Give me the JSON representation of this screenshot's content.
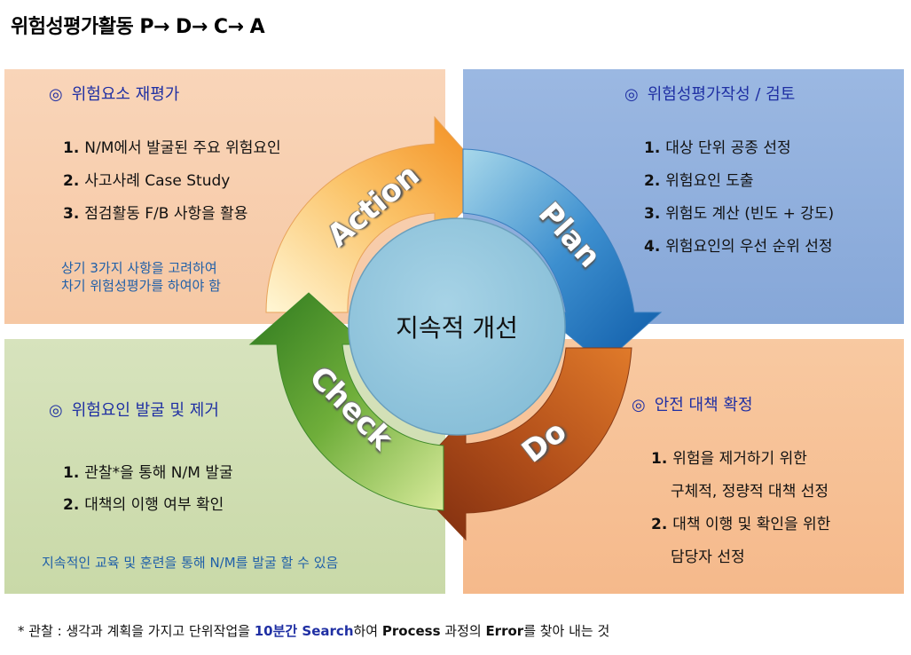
{
  "title": "위험성평가활동 P→ D→ C→ A",
  "center_label": "지속적 개선",
  "arrows": {
    "action": "Action",
    "plan": "Plan",
    "do": "Do",
    "check": "Check"
  },
  "action": {
    "mark": "◎",
    "heading": "위험요소 재평가",
    "items": [
      {
        "num": "1.",
        "text": "N/M에서 발굴된 주요 위험요인"
      },
      {
        "num": "2.",
        "text": "사고사례 Case Study"
      },
      {
        "num": "3.",
        "text": "점검활동 F/B 사항을 활용"
      }
    ],
    "note": [
      "상기 3가지 사항을 고려하여",
      "차기 위험성평가를 하여야 함"
    ]
  },
  "plan": {
    "mark": "◎",
    "heading": "위험성평가작성 / 검토",
    "items": [
      {
        "num": "1.",
        "text": "대상 단위 공종 선정"
      },
      {
        "num": "2.",
        "text": "위험요인 도출"
      },
      {
        "num": "3.",
        "text": "위험도 계산 (빈도 + 강도)"
      },
      {
        "num": "4.",
        "text": "위험요인의 우선 순위 선정"
      }
    ]
  },
  "do": {
    "mark": "◎",
    "heading": "안전 대책 확정",
    "items": [
      {
        "num": "1.",
        "text": "위험을 제거하기 위한"
      },
      {
        "num": "",
        "text": "구체적, 정량적 대책 선정"
      },
      {
        "num": "2.",
        "text": "대책 이행 및 확인을 위한"
      },
      {
        "num": "",
        "text": "담당자 선정"
      }
    ]
  },
  "check": {
    "mark": "◎",
    "heading": "위험요인 발굴 및 제거",
    "items": [
      {
        "num": "1.",
        "text": "관찰*을 통해  N/M 발굴"
      },
      {
        "num": "2.",
        "text": "대책의 이행 여부 확인"
      }
    ],
    "note": [
      "지속적인 교육 및 훈련을 통해 N/M를 발굴 할 수 있음"
    ]
  },
  "footer": {
    "prefix": "* 관찰 : 생각과 계획을 가지고 단위작업을 ",
    "highlight": "10분간 Search",
    "middle1": "하여 ",
    "bold1": "Process",
    "middle2": " 과정의 ",
    "bold2": "Error",
    "suffix": "를 찾아 내는 것"
  },
  "colors": {
    "action_bg": "#f6c8a4",
    "plan_bg": "#86a7d8",
    "check_bg": "#c9d9a8",
    "do_bg": "#f5b98b",
    "heading_text": "#1f2fa3",
    "note_text": "#1f5fa8",
    "center_circle": "#92c5de"
  }
}
